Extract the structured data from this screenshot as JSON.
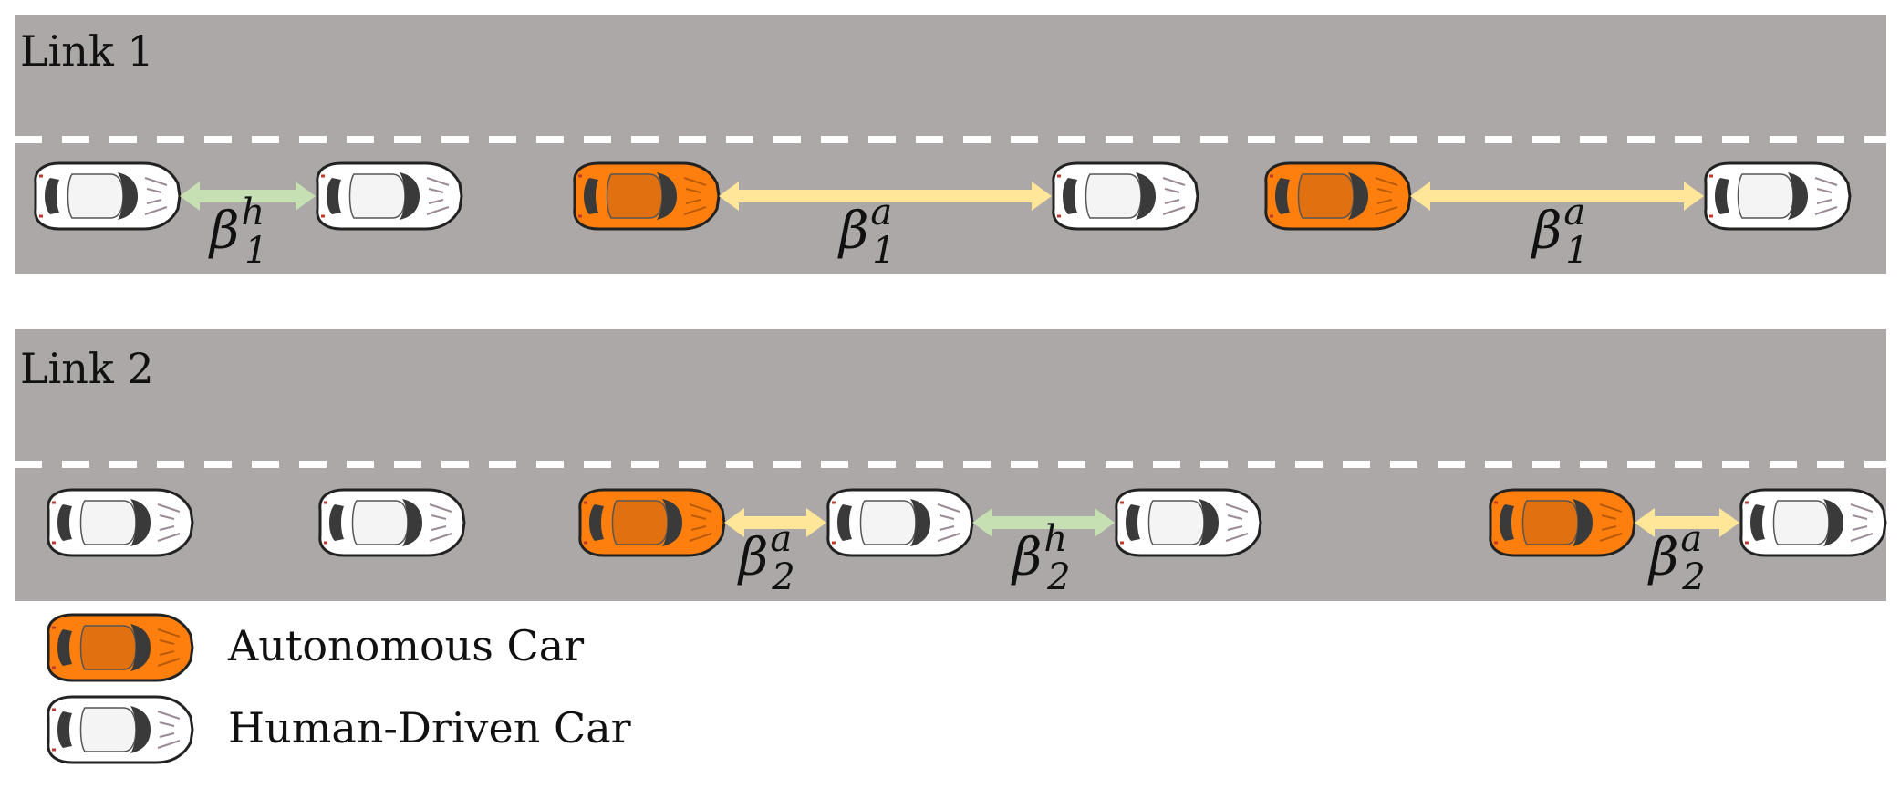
{
  "links": [
    {
      "label": "Link 1",
      "cars": [
        {
          "type": "human"
        },
        {
          "type": "human"
        },
        {
          "type": "autonomous"
        },
        {
          "type": "human"
        },
        {
          "type": "autonomous"
        },
        {
          "type": "human"
        }
      ],
      "gaps": [
        {
          "kind": "human",
          "label": "β",
          "sub": "1",
          "sup": "h"
        },
        {
          "kind": "autonomous",
          "label": "β",
          "sub": "1",
          "sup": "a"
        },
        {
          "kind": "autonomous",
          "label": "β",
          "sub": "1",
          "sup": "a"
        }
      ]
    },
    {
      "label": "Link 2",
      "cars": [
        {
          "type": "human"
        },
        {
          "type": "human"
        },
        {
          "type": "autonomous"
        },
        {
          "type": "human"
        },
        {
          "type": "human"
        },
        {
          "type": "autonomous"
        },
        {
          "type": "human"
        }
      ],
      "gaps": [
        {
          "kind": "autonomous",
          "label": "β",
          "sub": "2",
          "sup": "a"
        },
        {
          "kind": "human",
          "label": "β",
          "sub": "2",
          "sup": "h"
        },
        {
          "kind": "autonomous",
          "label": "β",
          "sub": "2",
          "sup": "a"
        }
      ]
    }
  ],
  "legend": [
    {
      "type": "autonomous",
      "label": "Autonomous Car"
    },
    {
      "type": "human",
      "label": "Human-Driven Car"
    }
  ],
  "colors": {
    "road": "#aba8a7",
    "lane_marking": "#ffffff",
    "autonomous_car": "#ff7f0e",
    "human_car": "#ffffff",
    "human_gap_arrow": "#c6e0b4",
    "autonomous_gap_arrow": "#ffe699"
  }
}
